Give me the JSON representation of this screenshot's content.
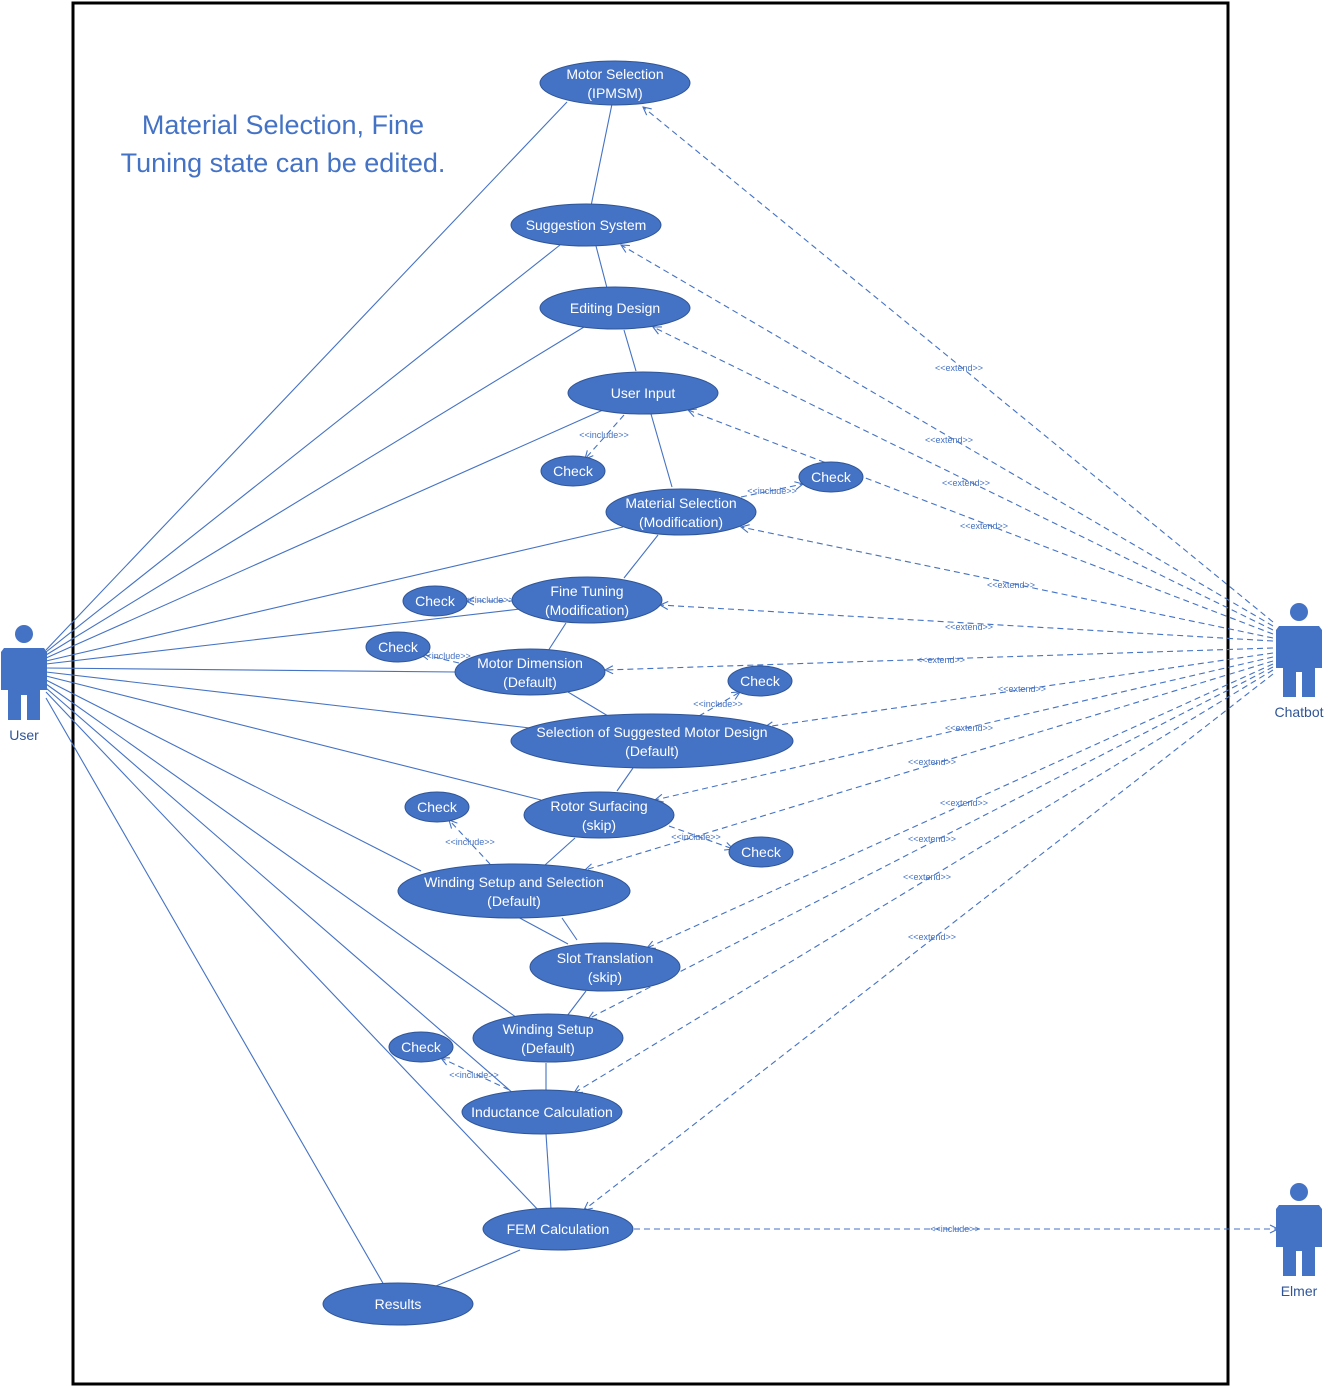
{
  "note": {
    "line1": "Material Selection, Fine",
    "line2": "Tuning state can be edited."
  },
  "actors": {
    "user": "User",
    "chatbot": "Chatbot",
    "elmer": "Elmer"
  },
  "use_cases": {
    "motor_selection": [
      "Motor Selection",
      "(IPMSM)"
    ],
    "suggestion_system": [
      "Suggestion System"
    ],
    "editing_design": [
      "Editing Design"
    ],
    "user_input": [
      "User Input"
    ],
    "material_selection": [
      "Material Selection",
      "(Modification)"
    ],
    "fine_tuning": [
      "Fine Tuning",
      "(Modification)"
    ],
    "motor_dimension": [
      "Motor Dimension",
      "(Default)"
    ],
    "suggested_design": [
      "Selection of Suggested Motor Design",
      "(Default)"
    ],
    "rotor_surfacing": [
      "Rotor Surfacing",
      "(skip)"
    ],
    "winding_setup_selection": [
      "Winding Setup and Selection",
      "(Default)"
    ],
    "slot_translation": [
      "Slot Translation",
      "(skip)"
    ],
    "winding_setup": [
      "Winding Setup",
      "(Default)"
    ],
    "inductance": [
      "Inductance Calculation"
    ],
    "fem": [
      "FEM Calculation"
    ],
    "results": [
      "Results"
    ]
  },
  "check_label": "Check",
  "stereotypes": {
    "include": "<<include>>",
    "extend": "<<extend>>"
  }
}
